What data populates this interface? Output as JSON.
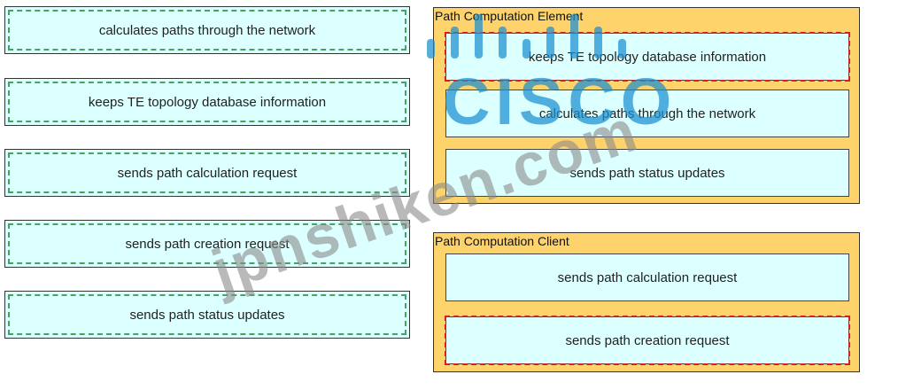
{
  "source_items": [
    "calculates paths through the network",
    "keeps TE topology database information",
    "sends path calculation request",
    "sends path creation request",
    "sends path status updates"
  ],
  "targets": {
    "pce": {
      "title": "Path Computation Element",
      "slots": [
        "keeps TE topology database information",
        "calculates paths through the network",
        "sends path status updates"
      ]
    },
    "pcc": {
      "title": "Path Computation Client",
      "slots": [
        "sends path calculation request",
        "sends path creation request"
      ]
    }
  },
  "watermark": {
    "logo": "cisco-logo",
    "brand": "CISCO",
    "site": "jpnshiken.com",
    "color": "#1a8fd0"
  },
  "colors": {
    "item_fill": "#dcffff",
    "drop_zone_fill": "#ffd36b",
    "source_dash": "#4aa35a",
    "selected_dash": "#d62020"
  }
}
